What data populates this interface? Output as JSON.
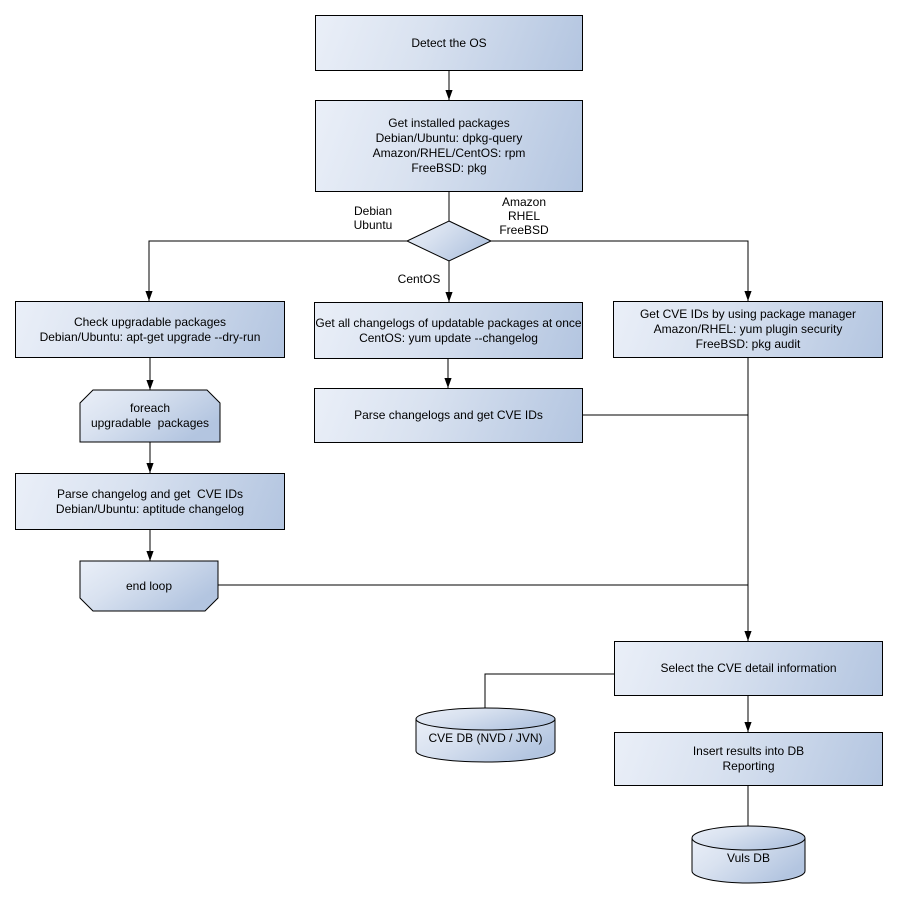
{
  "diagram": {
    "type": "flowchart",
    "nodes": {
      "detect_os": {
        "shape": "rect",
        "label": "Detect the OS"
      },
      "get_installed": {
        "shape": "rect",
        "label": "Get installed packages\nDebian/Ubuntu: dpkg-query\nAmazon/RHEL/CentOS: rpm\nFreeBSD: pkg"
      },
      "os_decision": {
        "shape": "diamond",
        "label": ""
      },
      "check_upgradable": {
        "shape": "rect",
        "label": "Check upgradable packages\nDebian/Ubuntu: apt-get upgrade --dry-run"
      },
      "foreach_loop": {
        "shape": "loop-start",
        "label": "foreach\nupgradable  packages"
      },
      "parse_changelog_apt": {
        "shape": "rect",
        "label": "Parse changelog and get  CVE IDs\nDebian/Ubuntu: aptitude changelog"
      },
      "end_loop": {
        "shape": "loop-end",
        "label": "end loop"
      },
      "get_all_changelogs": {
        "shape": "rect",
        "label": "Get all changelogs of updatable packages at once\nCentOS: yum update --changelog"
      },
      "parse_changelogs": {
        "shape": "rect",
        "label": "Parse changelogs and get CVE IDs"
      },
      "get_cve_pkg_mgr": {
        "shape": "rect",
        "label": "Get CVE IDs by using package manager\nAmazon/RHEL: yum plugin security\nFreeBSD: pkg audit"
      },
      "select_cve_detail": {
        "shape": "rect",
        "label": "Select the CVE detail information"
      },
      "insert_results": {
        "shape": "rect",
        "label": "Insert results into DB\nReporting"
      },
      "cve_db": {
        "shape": "cylinder",
        "label": "CVE DB (NVD / JVN)"
      },
      "vuls_db": {
        "shape": "cylinder",
        "label": "Vuls DB"
      }
    },
    "edge_labels": {
      "left_branch": "Debian\nUbuntu",
      "right_branch": "Amazon\nRHEL\nFreeBSD",
      "down_branch": "CentOS"
    },
    "colors": {
      "node_fill_light": "#eaeff8",
      "node_fill_dark": "#b3c5e0",
      "node_border": "#000000",
      "connector": "#000000",
      "text": "#000000",
      "background": "#ffffff"
    }
  }
}
